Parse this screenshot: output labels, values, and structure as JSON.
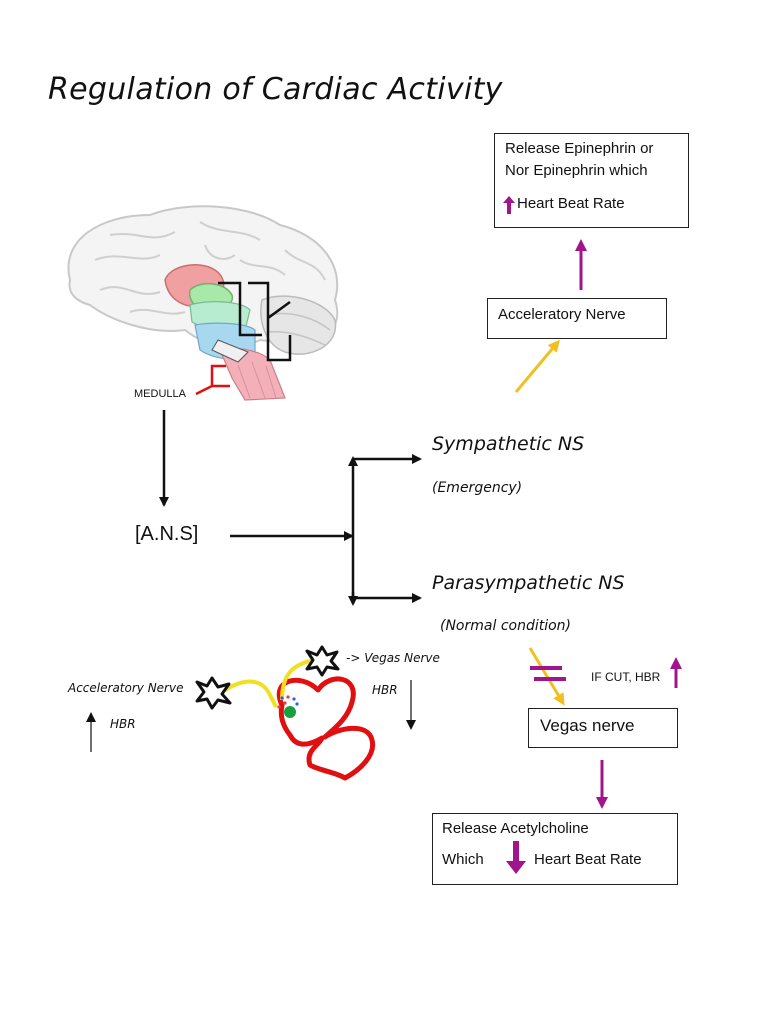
{
  "title": "Regulation of Cardiac Activity",
  "brain": {
    "label": "MEDULLA"
  },
  "ans_label": "[A.N.S]",
  "sympathetic": {
    "name": "Sympathetic NS",
    "condition": "(Emergency)"
  },
  "parasympathetic": {
    "name": "Parasympathetic NS",
    "condition": "(Normal condition)"
  },
  "accel_box": {
    "text": "Acceleratory Nerve"
  },
  "release_epi_box": {
    "line1": "Release Epinephrin or",
    "line2": "Nor Epinephrin  which",
    "line3": "Heart Beat Rate"
  },
  "cut_note": "IF CUT, HBR",
  "vegas_box": {
    "text": "Vegas nerve"
  },
  "release_ach_box": {
    "line1": "Release Acetylcholine",
    "which": "Which",
    "hbr": "Heart Beat Rate"
  },
  "heart_sketch": {
    "left_nerve": "Acceleratory Nerve",
    "left_hbr": "HBR",
    "right_nerve": "-> Vegas Nerve",
    "right_hbr": "HBR"
  },
  "colors": {
    "purple": "#a0148c",
    "yellow": "#f0c020",
    "red": "#e01010",
    "green": "#18a040"
  }
}
